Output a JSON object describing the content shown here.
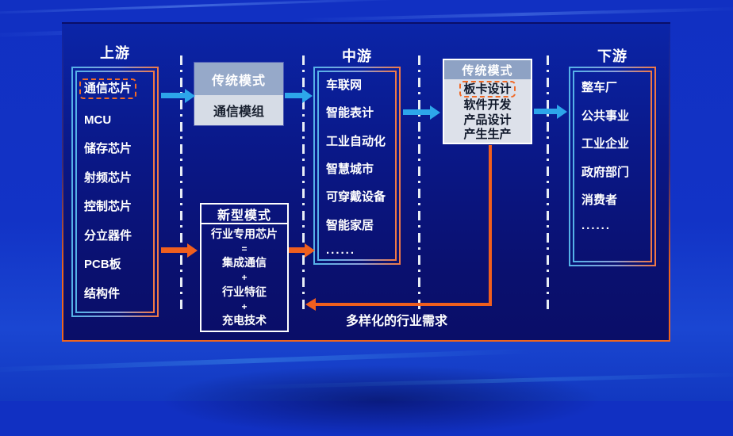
{
  "diagram": {
    "upstream": {
      "title": "上游",
      "items": [
        "通信芯片",
        "MCU",
        "储存芯片",
        "射频芯片",
        "控制芯片",
        "分立器件",
        "PCB板",
        "结构件"
      ]
    },
    "midstream": {
      "title": "中游",
      "items": [
        "车联网",
        "智能表计",
        "工业自动化",
        "智慧城市",
        "可穿戴设备",
        "智能家居",
        "......"
      ]
    },
    "downstream": {
      "title": "下游",
      "items": [
        "整车厂",
        "公共事业",
        "工业企业",
        "政府部门",
        "消费者",
        "......"
      ]
    },
    "traditional_mode_1": {
      "title": "传统模式",
      "item": "通信模组"
    },
    "traditional_mode_2": {
      "title": "传统模式",
      "items": [
        "板卡设计",
        "软件开发",
        "产品设计",
        "产生生产"
      ]
    },
    "new_mode": {
      "title": "新型模式",
      "lines": [
        "行业专用芯片",
        "=",
        "集成通信",
        "+",
        "行业特征",
        "+",
        "充电技术"
      ]
    },
    "feedback_label": "多样化的行业需求"
  },
  "colors": {
    "accent_blue": "#2da6ea",
    "accent_orange": "#f05f1e",
    "panel_bg_top": "#0b25a8",
    "panel_bg_bottom": "#0a0e68",
    "page_bg": "#1233c6",
    "box_header_bg": "#96a9c9",
    "box_body_bg": "#d6dce6",
    "border_gradient_left": "#55b2e8",
    "border_gradient_right": "#f07844",
    "highlight_dash": "#f06a28"
  }
}
